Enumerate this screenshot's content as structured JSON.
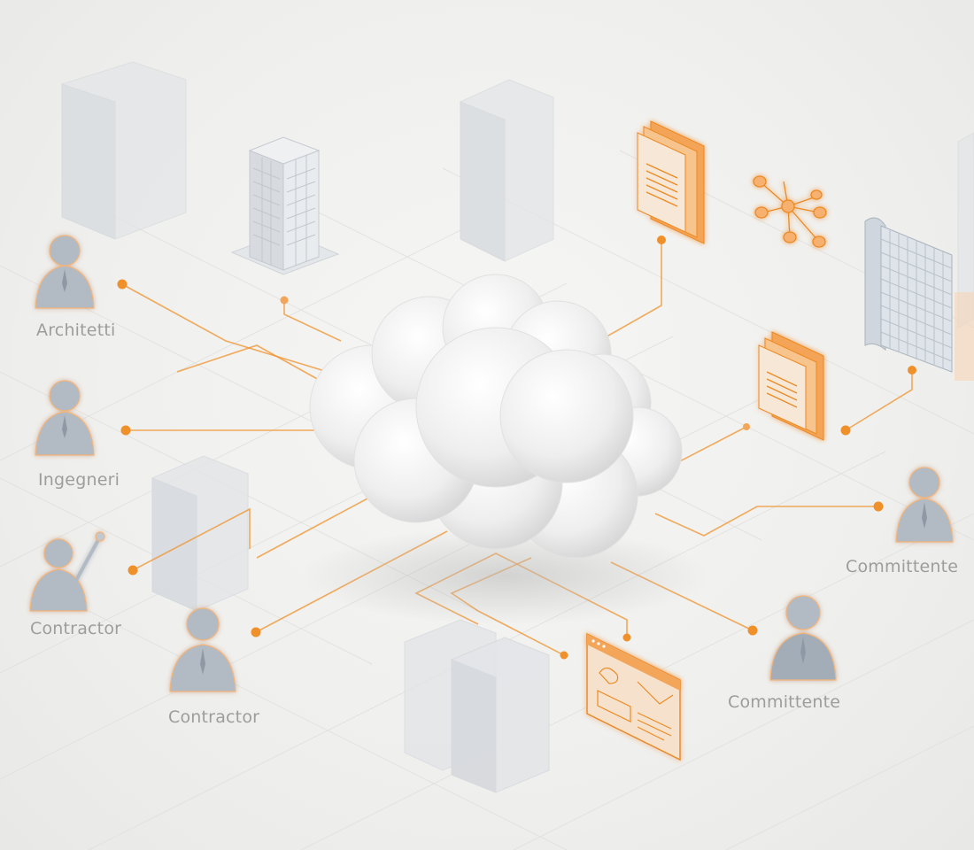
{
  "actors": {
    "architetti": "Architetti",
    "ingegneri": "Ingegneri",
    "contractor_1": "Contractor",
    "contractor_2": "Contractor",
    "committente_1": "Committente",
    "committente_2": "Committente"
  },
  "colors": {
    "accent": "#f0902a",
    "accent_light": "#f7c48e",
    "label": "#9d9d9d",
    "person": "#a7b1bb",
    "building": "#dfe2e5",
    "background": "#eeeeec"
  },
  "icons": [
    "person-icon",
    "tower-building-icon",
    "document-icon",
    "network-graph-icon",
    "facade-panel-icon",
    "browser-window-icon",
    "cloud-icon"
  ]
}
